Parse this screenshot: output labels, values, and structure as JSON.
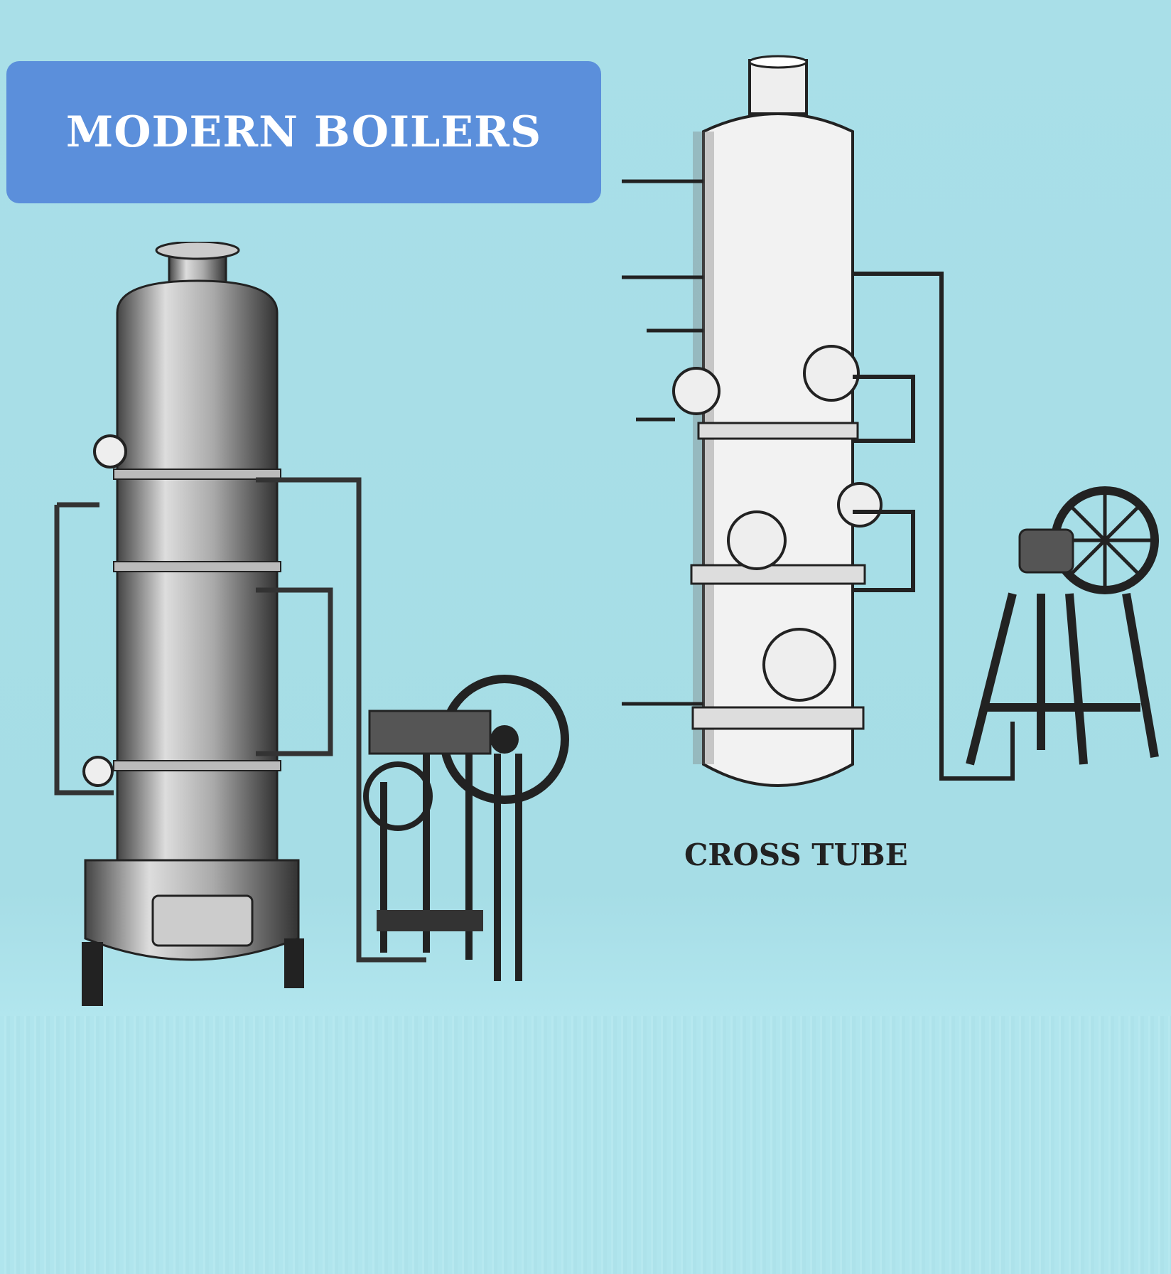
{
  "header": {
    "title": "MODERN BOILERS"
  },
  "figures": [
    {
      "name": "vertical-boiler-illustration"
    },
    {
      "name": "cross-tube-boiler-illustration",
      "caption": "CROSS TUBE"
    }
  ]
}
